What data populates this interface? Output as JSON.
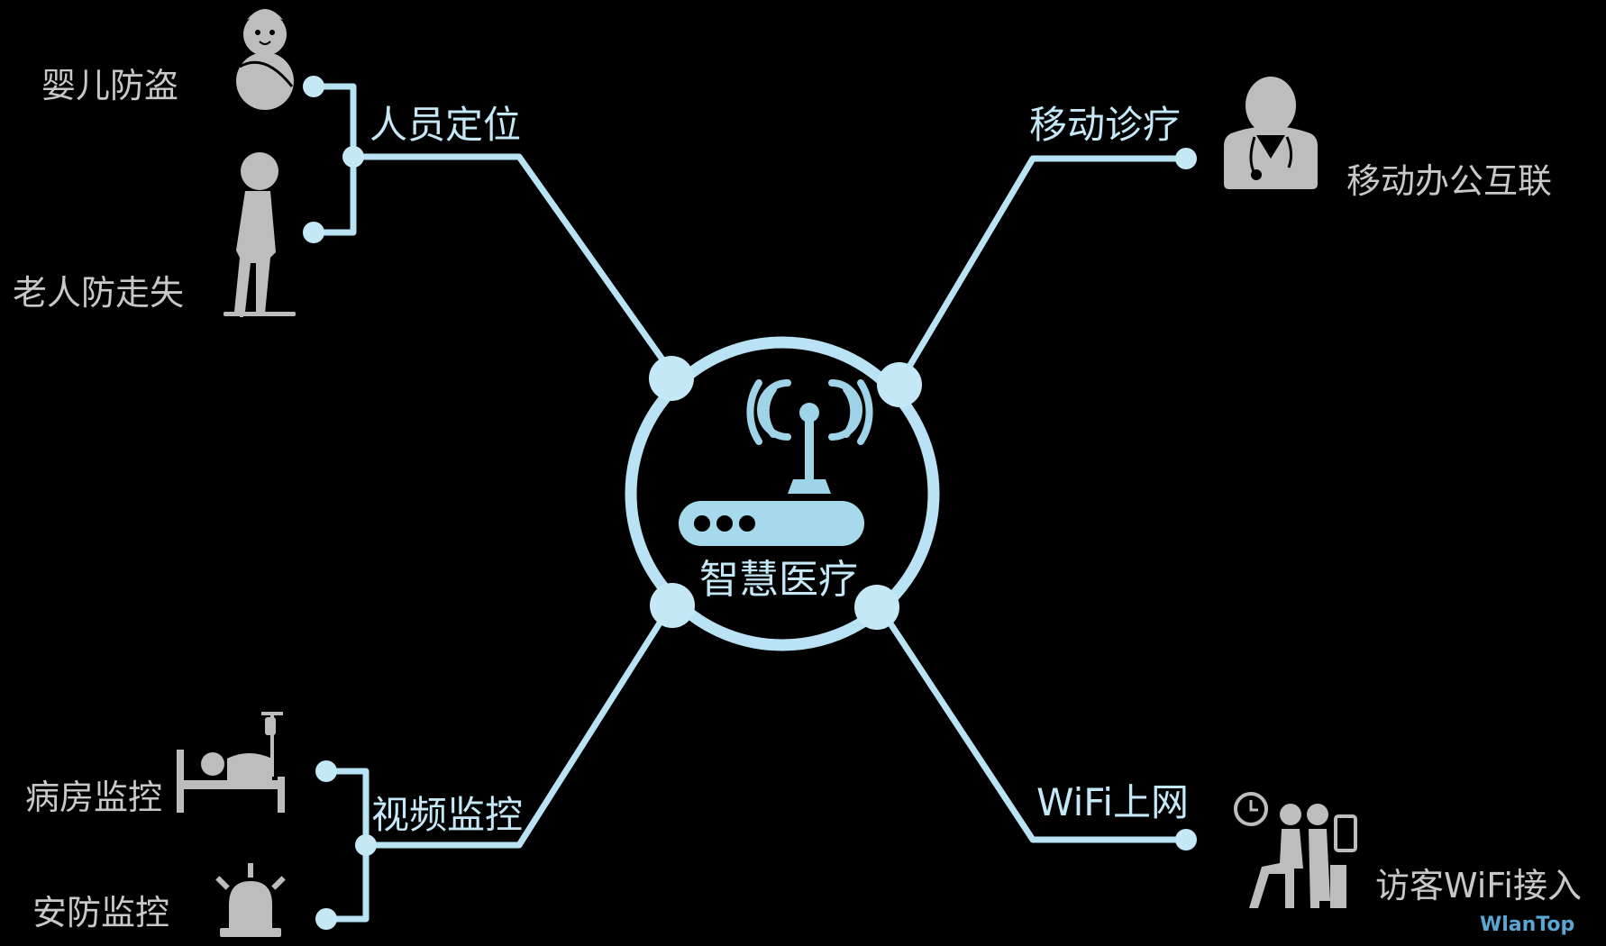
{
  "center": {
    "title": "智慧医疗",
    "icon": "wifi-router-icon"
  },
  "branches": {
    "top_left": {
      "title": "人员定位",
      "items": [
        {
          "label": "婴儿防盗",
          "icon": "baby-icon"
        },
        {
          "label": "老人防走失",
          "icon": "elderly-person-icon"
        }
      ]
    },
    "top_right": {
      "title": "移动诊疗",
      "items": [
        {
          "label": "移动办公互联",
          "icon": "doctor-icon"
        }
      ]
    },
    "bottom_left": {
      "title": "视频监控",
      "items": [
        {
          "label": "病房监控",
          "icon": "hospital-bed-icon"
        },
        {
          "label": "安防监控",
          "icon": "alarm-light-icon"
        }
      ]
    },
    "bottom_right": {
      "title": "WiFi上网",
      "items": [
        {
          "label": "访客WiFi接入",
          "icon": "waiting-room-icon"
        }
      ]
    }
  },
  "watermark": "WlanTop",
  "colors": {
    "line": "#b9e3f4",
    "node": "#c4e8f6",
    "icon_grey": "#bdbdbd",
    "text_grey": "#c8c8c8",
    "background": "#000000"
  }
}
